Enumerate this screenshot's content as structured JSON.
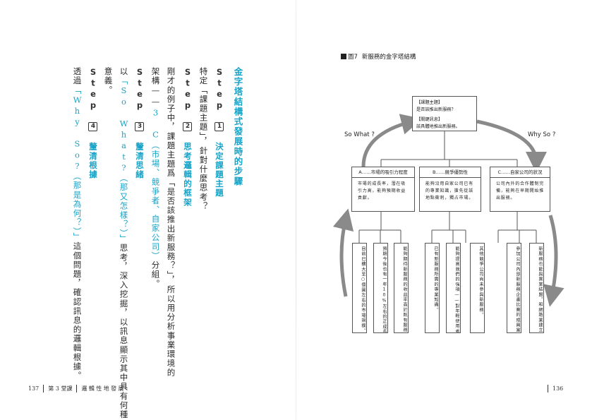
{
  "left_page": {
    "heading": "金字塔結構式發展時的步驟",
    "step1": {
      "label": "Step",
      "num": "1",
      "title": "決定課題主題"
    },
    "col2": "特定「課題主題」，針對什麼思考？",
    "step2": {
      "label": "Step",
      "num": "2",
      "title": "思考邏輯的框架"
    },
    "col4": "剛才的例子中，課題主題爲「是否該推出新服務？」，所以用分析事業環境的",
    "col5_before": "架構——",
    "col5_cyan": "3 C（市場、競爭者、自家公司）",
    "col5_after": "分組。",
    "step3": {
      "label": "Step",
      "num": "3",
      "title": "釐清思緒"
    },
    "col7_before": "以",
    "col7_cyan": "「So What?（那又怎樣？）」",
    "col7_after": "思考，深入挖掘，以訊息顯示其中具有何種",
    "col8": "意義。",
    "step4": {
      "label": "Step",
      "num": "4",
      "title": "釐清根據"
    },
    "col10_before": "透過",
    "col10_cyan": "「Why So?（那是為何？）」",
    "col10_after": "這個問題，確認訊息的邏輯根據。"
  },
  "footer_left": {
    "page": "137",
    "lesson": "第 3 堂課",
    "chapter": "邏輯性地發展"
  },
  "footer_right": {
    "page": "136"
  },
  "figure": {
    "title_num": "圖7",
    "title": "新服務的金字塔結構",
    "top": {
      "label1": "【課題主題】",
      "text1": "是否該推出新服務？",
      "label2": "【關鍵訊息】",
      "text2": "該具體地推出新服務。"
    },
    "so_what": "So What ?",
    "why_so": "Why So ?",
    "categories": [
      {
        "head": "A……市場的吸引力程度",
        "body": "市場的成長率，潛在吸引力高，能夠預期收益貢獻。"
      },
      {
        "head": "B……競爭優勢性",
        "body": "能夠沿用自家公司已有的專業知識，搶先從該地點衝刺，獨占市場。"
      },
      {
        "head": "C……自家公司的狀況",
        "body": "公司內外的合作體制完備，能夠在早期開始推出服務。"
      }
    ],
    "leaves": [
      "目前已擴大至○億圓左右的市場規模。",
      "預期今後也有一年10%左右的正成長。",
      "能夠期待新服務的收益率高於既有服務。",
      "已有新服務所需的專業知識。",
      "能夠提高我們的強項——對年輕使用者的影響力。",
      "其他競爭公司尚未參與新服務。",
      "參加公司內部新服務企畫比賽的成員當中，優秀的人才湧現。",
      "新服務也能與異業結盟，和網路業建立合作。"
    ]
  },
  "colors": {
    "accent": "#18a4c8",
    "arrow": "#8a8a8a"
  }
}
